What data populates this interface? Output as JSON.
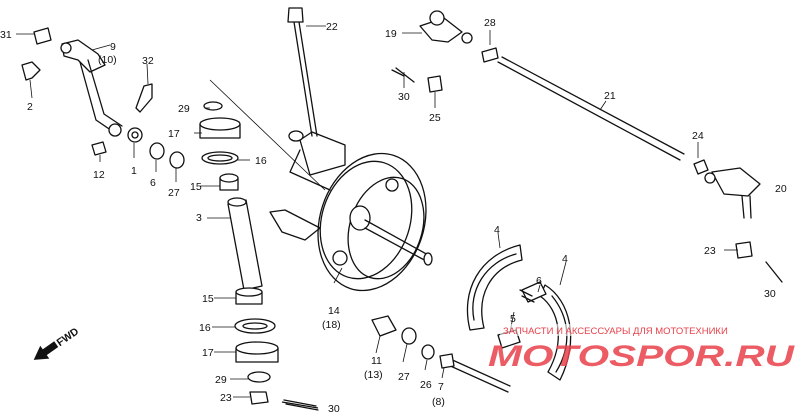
{
  "diagram": {
    "fwd_label": "FWD",
    "callouts": {
      "p1": "1",
      "p2": "2",
      "p3": "3",
      "p4a": "4",
      "p4b": "4",
      "p5": "5",
      "p6a": "6",
      "p6b": "6",
      "p7": "7",
      "p7alt": "(8)",
      "p9": "9",
      "p9alt": "(10)",
      "p11": "11",
      "p11alt": "(13)",
      "p12": "12",
      "p14": "14",
      "p14alt": "(18)",
      "p15a": "15",
      "p15b": "15",
      "p16a": "16",
      "p16b": "16",
      "p17a": "17",
      "p17b": "17",
      "p19": "19",
      "p20": "20",
      "p21": "21",
      "p22": "22",
      "p23a": "23",
      "p23b": "23",
      "p24": "24",
      "p25": "25",
      "p26": "26",
      "p27a": "27",
      "p27b": "27",
      "p28": "28",
      "p29a": "29",
      "p29b": "29",
      "p30a": "30",
      "p30b": "30",
      "p30c": "30",
      "p31": "31",
      "p32": "32"
    }
  },
  "watermark": {
    "top_text": "ЗАПЧАСТИ И АКСЕССУАРЫ ДЛЯ МОТОТЕХНИКИ",
    "brand_text": "MOTOSPOR.RU",
    "color": "#e8404a"
  }
}
